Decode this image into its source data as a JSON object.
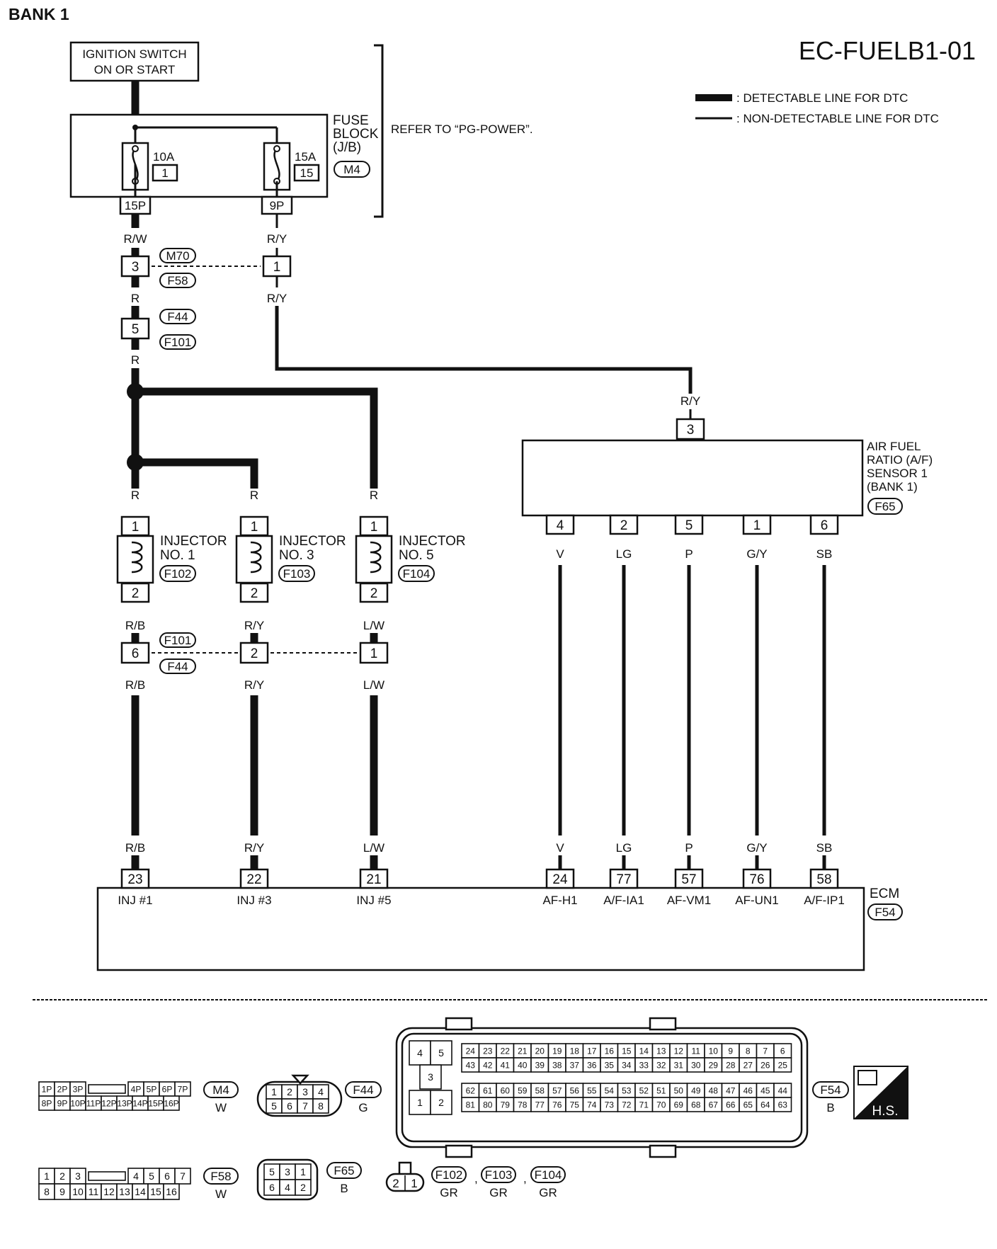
{
  "header": {
    "bank": "BANK 1",
    "code": "EC-FUELB1-01"
  },
  "legend": {
    "detectable": ": DETECTABLE LINE FOR DTC",
    "non_detectable": ": NON-DETECTABLE LINE FOR DTC"
  },
  "ignition": {
    "line1": "IGNITION SWITCH",
    "line2": "ON OR START"
  },
  "fuse_block": {
    "label1": "FUSE",
    "label2": "BLOCK",
    "label3": "(J/B)",
    "connector": "M4",
    "refer": "REFER TO “PG-POWER”.",
    "fuse1": {
      "rating": "10A",
      "number": "1",
      "terminal": "15P",
      "wire": "R/W"
    },
    "fuse2": {
      "rating": "15A",
      "number": "15",
      "terminal": "9P",
      "wire": "R/Y"
    }
  },
  "joint1": {
    "term_left": "3",
    "term_right": "1",
    "conn_top": "M70",
    "conn_bottom": "F58",
    "wire_left": "R",
    "wire_right": "R/Y"
  },
  "joint2": {
    "term": "5",
    "conn_top": "F44",
    "conn_bottom": "F101",
    "wire": "R"
  },
  "af_sensor": {
    "wire_in": "R/Y",
    "term_in": "3",
    "label1": "AIR FUEL",
    "label2": "RATIO (A/F)",
    "label3": "SENSOR 1",
    "label4": "(BANK 1)",
    "connector": "F65",
    "pins": [
      {
        "term": "4",
        "wire": "V"
      },
      {
        "term": "2",
        "wire": "LG"
      },
      {
        "term": "5",
        "wire": "P"
      },
      {
        "term": "1",
        "wire": "G/Y"
      },
      {
        "term": "6",
        "wire": "SB"
      }
    ]
  },
  "injectors": [
    {
      "wire_in": "R",
      "term_top": "1",
      "name1": "INJECTOR",
      "name2": "NO. 1",
      "connector": "F102",
      "term_bottom": "2",
      "wire_out": "R/B"
    },
    {
      "wire_in": "R",
      "term_top": "1",
      "name1": "INJECTOR",
      "name2": "NO. 3",
      "connector": "F103",
      "term_bottom": "2",
      "wire_out": "R/Y"
    },
    {
      "wire_in": "R",
      "term_top": "1",
      "name1": "INJECTOR",
      "name2": "NO. 5",
      "connector": "F104",
      "term_bottom": "2",
      "wire_out": "L/W"
    }
  ],
  "joint3": {
    "terms": [
      "6",
      "2",
      "1"
    ],
    "conn_top": "F101",
    "conn_bottom": "F44",
    "wires": [
      "R/B",
      "R/Y",
      "L/W"
    ]
  },
  "ecm": {
    "label": "ECM",
    "connector": "F54",
    "pins": [
      {
        "wire": "R/B",
        "term": "23",
        "signal": "INJ #1"
      },
      {
        "wire": "R/Y",
        "term": "22",
        "signal": "INJ #3"
      },
      {
        "wire": "L/W",
        "term": "21",
        "signal": "INJ #5"
      },
      {
        "wire": "V",
        "term": "24",
        "signal": "AF-H1"
      },
      {
        "wire": "LG",
        "term": "77",
        "signal": "A/F-IA1"
      },
      {
        "wire": "P",
        "term": "57",
        "signal": "AF-VM1"
      },
      {
        "wire": "G/Y",
        "term": "76",
        "signal": "AF-UN1"
      },
      {
        "wire": "SB",
        "term": "58",
        "signal": "A/F-IP1"
      }
    ]
  },
  "connector_views": {
    "m4": {
      "name": "M4",
      "color": "W",
      "row1": [
        "1P",
        "2P",
        "3P",
        "4P",
        "5P",
        "6P",
        "7P"
      ],
      "row2": [
        "8P",
        "9P",
        "10P",
        "11P",
        "12P",
        "13P",
        "14P",
        "15P",
        "16P"
      ]
    },
    "f44": {
      "name": "F44",
      "color": "G",
      "row1": [
        "1",
        "2",
        "3",
        "4"
      ],
      "row2": [
        "5",
        "6",
        "7",
        "8"
      ]
    },
    "f54": {
      "name": "F54",
      "color": "B",
      "small": [
        "4",
        "5",
        "3",
        "1",
        "2"
      ],
      "row1": [
        "24",
        "23",
        "22",
        "21",
        "20",
        "19",
        "18",
        "17",
        "16",
        "15",
        "14",
        "13",
        "12",
        "11",
        "10",
        "9",
        "8",
        "7",
        "6"
      ],
      "row2": [
        "43",
        "42",
        "41",
        "40",
        "39",
        "38",
        "37",
        "36",
        "35",
        "34",
        "33",
        "32",
        "31",
        "30",
        "29",
        "28",
        "27",
        "26",
        "25"
      ],
      "row3": [
        "62",
        "61",
        "60",
        "59",
        "58",
        "57",
        "56",
        "55",
        "54",
        "53",
        "52",
        "51",
        "50",
        "49",
        "48",
        "47",
        "46",
        "45",
        "44"
      ],
      "row4": [
        "81",
        "80",
        "79",
        "78",
        "77",
        "76",
        "75",
        "74",
        "73",
        "72",
        "71",
        "70",
        "69",
        "68",
        "67",
        "66",
        "65",
        "64",
        "63"
      ]
    },
    "hs": "H.S.",
    "f58": {
      "name": "F58",
      "color": "W",
      "row1": [
        "1",
        "2",
        "3",
        "4",
        "5",
        "6",
        "7"
      ],
      "row2": [
        "8",
        "9",
        "10",
        "11",
        "12",
        "13",
        "14",
        "15",
        "16"
      ]
    },
    "f65": {
      "name": "F65",
      "color": "B",
      "row1": [
        "5",
        "3",
        "1"
      ],
      "row2": [
        "6",
        "4",
        "2"
      ]
    },
    "injector_conn": {
      "terms": [
        "2",
        "1"
      ],
      "names": [
        "F102",
        "F103",
        "F104"
      ],
      "color": "GR",
      "sep": ","
    }
  }
}
